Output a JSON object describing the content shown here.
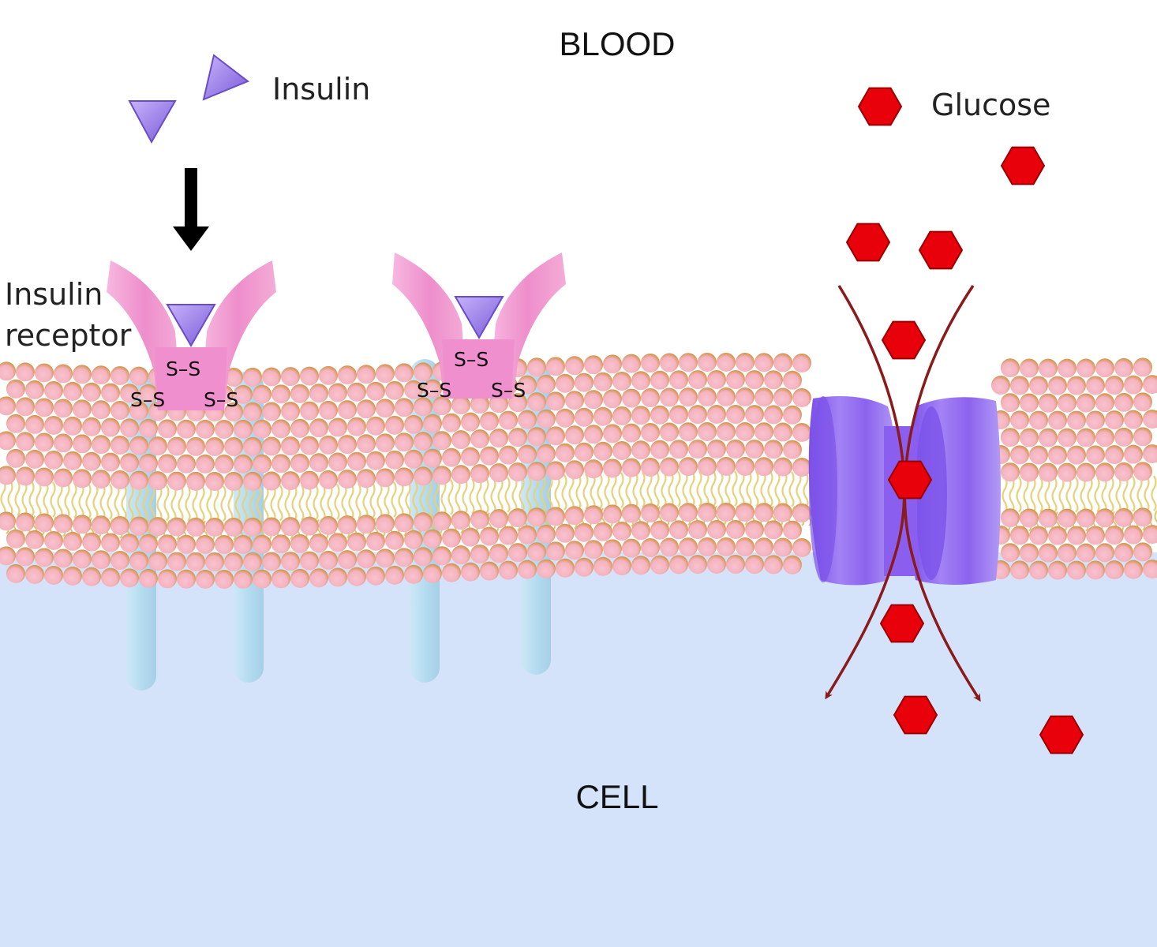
{
  "labels": {
    "blood": "BLOOD",
    "cell": "CELL",
    "insulin": "Insulin",
    "receptor_line1": "Insulin",
    "receptor_line2": "receptor",
    "glucose": "Glucose"
  },
  "bond_label": "S–S",
  "colors": {
    "cell_fill": "#d4e3f9",
    "head_outer": "#d8a05a",
    "head_inner": "#f6b8c6",
    "tail": "#e6d27a",
    "receptor": "#ef8fcd",
    "receptor_stalk": "#bcdff1",
    "insulin": "#9b7ce6",
    "transporter": "#9a74f0",
    "glucose": "#e8000a",
    "arrow": "#8b1a1a"
  }
}
